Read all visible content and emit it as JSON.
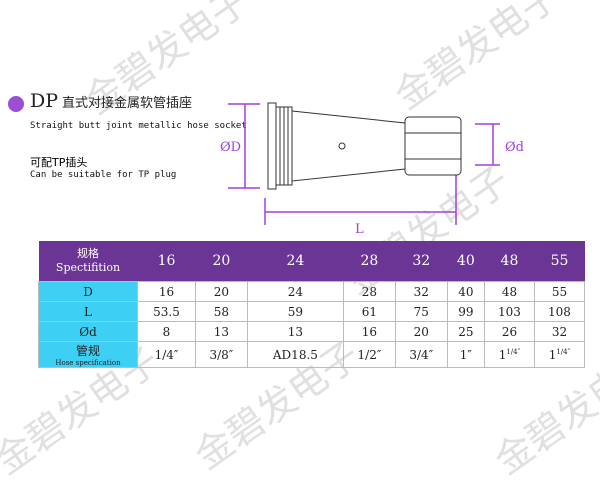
{
  "watermark": "金碧发电子",
  "title": {
    "code": "DP",
    "cn": "直式对接金属软管插座",
    "en": "Straight butt joint metallic hose socket"
  },
  "subtitle": {
    "cn": "可配TP插头",
    "en": "Can be suitable for TP plug"
  },
  "drawing": {
    "dim_D": "ØD",
    "dim_d": "Ød",
    "dim_L": "L"
  },
  "table": {
    "header": {
      "cn": "规格",
      "en": "Spectifition",
      "sizes": [
        "16",
        "20",
        "24",
        "28",
        "32",
        "40",
        "48",
        "55"
      ]
    },
    "rows": [
      {
        "label": "D",
        "values": [
          "16",
          "20",
          "24",
          "28",
          "32",
          "40",
          "48",
          "55"
        ]
      },
      {
        "label": "L",
        "values": [
          "53.5",
          "58",
          "59",
          "61",
          "75",
          "99",
          "103",
          "108"
        ]
      },
      {
        "label": "Ød",
        "values": [
          "8",
          "13",
          "13",
          "16",
          "20",
          "25",
          "26",
          "32"
        ]
      }
    ],
    "hose": {
      "cn": "管规",
      "en": "Hose specification",
      "values": [
        "1/4″",
        "3/8″",
        "AD18.5",
        "1/2″",
        "3/4″",
        "1″",
        "1",
        "1"
      ],
      "sup": [
        "",
        "",
        "",
        "",
        "",
        "",
        "1/4″",
        "1/4″"
      ]
    }
  },
  "colors": {
    "accent": "#6a3595",
    "label": "#3dd0f4",
    "dim": "#a040e0"
  }
}
